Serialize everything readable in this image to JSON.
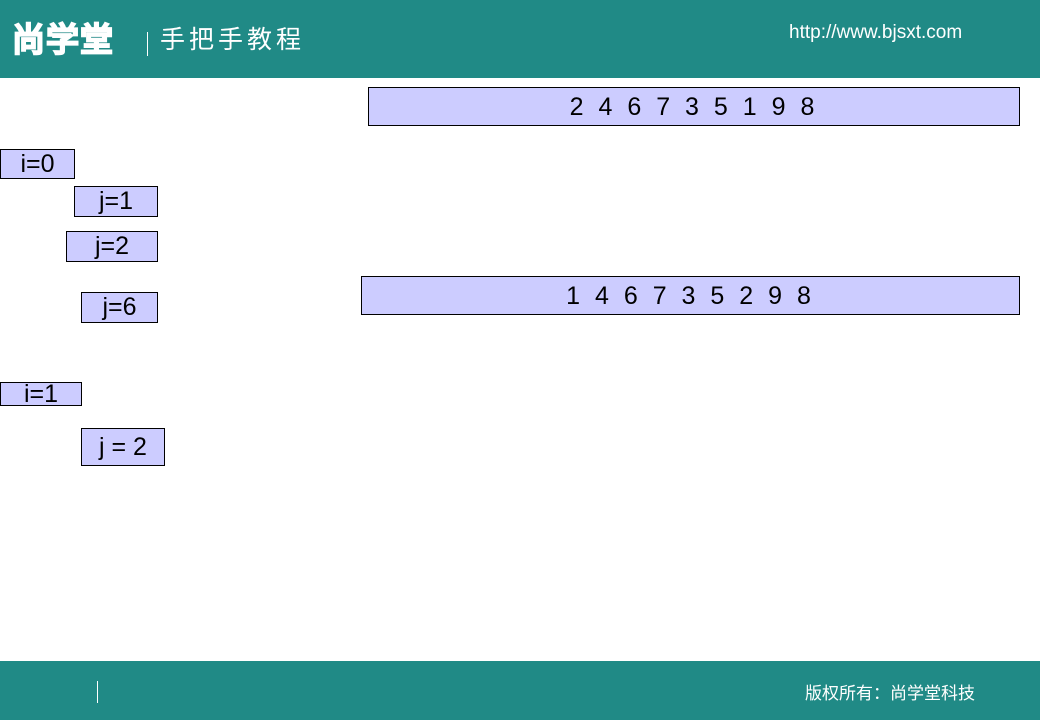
{
  "header": {
    "logo_text": "尚学堂",
    "subtitle": "手把手教程",
    "url": "http://www.bjsxt.com"
  },
  "footer": {
    "copyright": "版权所有：尚学堂科技"
  },
  "sequences": {
    "before": "2 4 6 7 3 5 1 9 8",
    "after": "1 4 6 7 3 5 2 9 8"
  },
  "loop_vars": {
    "i0": "i=0",
    "j1": "j=1",
    "j2": "j=2",
    "j6": "j=6",
    "i1": "i=1",
    "j2b": "j = 2"
  },
  "colors": {
    "theme_teal": "#208a86",
    "box_fill": "#ccccff"
  }
}
